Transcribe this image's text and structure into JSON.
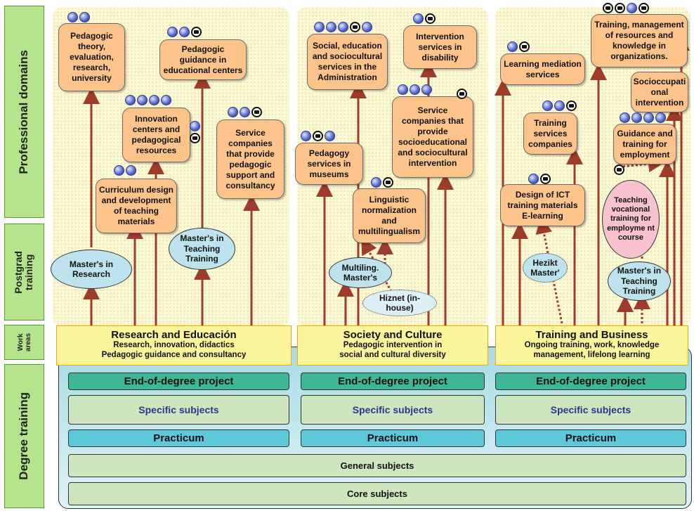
{
  "side_labels": {
    "professional": "Professional domains",
    "postgrad": "Postgrad training",
    "work": "Work areas",
    "degree": "Degree training"
  },
  "research": {
    "boxes": {
      "pedagogic_theory": "Pedagogic theory, evaluation, research, university",
      "pedagogic_guidance": "Pedagogic guidance in educational centers",
      "innovation_centers": "Innovation centers and pedagogical resources",
      "service_companies": "Service companies that provide pedagogic support and consultancy",
      "curriculum_design": "Curriculum design and development of teaching materials"
    },
    "ovals": {
      "masters_research": "Master's in Research",
      "masters_teaching": "Master's in Teaching Training"
    },
    "work_area": {
      "title": "Research and Educación",
      "line1": "Research, innovation, didactics",
      "line2": "Pedagogic guidance and consultancy"
    }
  },
  "society": {
    "boxes": {
      "social_admin": "Social, education and sociocultural services in the Administration",
      "intervention_disability": "Intervention services in disability",
      "sociocultural_companies": "Service companies that provide socioeducational and sociocultural intervention",
      "museums": "Pedagogy services in museums",
      "linguistic": "Linguistic normalization and multilingualism"
    },
    "ovals": {
      "multiling": "Multiling. Master's",
      "hiznet": "Hiznet (in-house)"
    },
    "work_area": {
      "title": "Society and Culture",
      "line1": "Pedagogic intervention in",
      "line2": "social and cultural diversity"
    }
  },
  "business": {
    "boxes": {
      "training_management": "Training, management of resources and knowledge in organizations.",
      "learning_mediation": "Learning mediation services",
      "socioccupational": "Socioccupati onal intervention",
      "training_companies": "Training services companies",
      "guidance_employment": "Guidance and training for employment",
      "ict_materials": "Design of ICT training materials E-learning"
    },
    "ovals": {
      "vocational": "Teaching vocational training for employme nt course",
      "hezikt": "Hezikt Master'",
      "masters_teaching": "Master's in Teaching Training"
    },
    "work_area": {
      "title": "Training and Business",
      "line1": "Ongoing training, work, knowledge",
      "line2": "management, lifelong learning"
    }
  },
  "degree": {
    "end_of_degree": "End-of-degree project",
    "specific": "Specific subjects",
    "practicum": "Practicum",
    "general": "General subjects",
    "core": "Core subjects"
  },
  "colors": {
    "box": "#fcc48b",
    "oval": "#bfe3ee",
    "arrow": "#9e3b2a",
    "work_area": "#fbf49a",
    "end_of_degree": "#3fb797",
    "practicum": "#5ec8d8",
    "subjects": "#cde6be"
  },
  "icon_legend": {
    "globe": "globe-icon",
    "camera": "camera-icon"
  }
}
